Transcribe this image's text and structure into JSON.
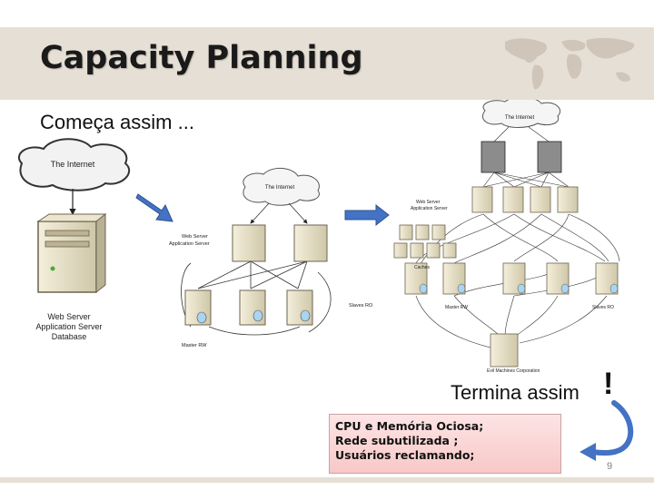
{
  "slide": {
    "title": "Capacity Planning",
    "subtitle": "Começa assim ...",
    "ending_text": "Termina assim",
    "exclamation": "!",
    "page_number": "9"
  },
  "diagrams": {
    "small": {
      "internet": "The Internet",
      "server_lines": [
        "Web Server",
        "Application Server",
        "Database"
      ]
    },
    "medium": {
      "internet": "The Internet",
      "web_server": [
        "Web Server",
        "Application Server"
      ],
      "master": "Master RW",
      "slaves": "Slaves RO"
    },
    "large": {
      "internet": "The Internet",
      "web_server": [
        "Web Server",
        "Application Server"
      ],
      "caches": "Caches",
      "master": "Master RW",
      "slaves": "Slaves RO",
      "evil": "Evil Machines Corporation"
    }
  },
  "note": {
    "lines": [
      "CPU e Memória  Ociosa;",
      "Rede subutilizada ;",
      "Usuários reclamando;"
    ]
  },
  "colors": {
    "title_band": "#e6dfd6",
    "arrow_blue": "#4472c4",
    "note_fill": "#f8c8c8",
    "server_beige": "#e9e2c8"
  },
  "icons": [
    "world-map-icon",
    "cloud-icon",
    "server-icon",
    "database-icon",
    "blue-arrow-icon",
    "curved-arrow-icon"
  ]
}
